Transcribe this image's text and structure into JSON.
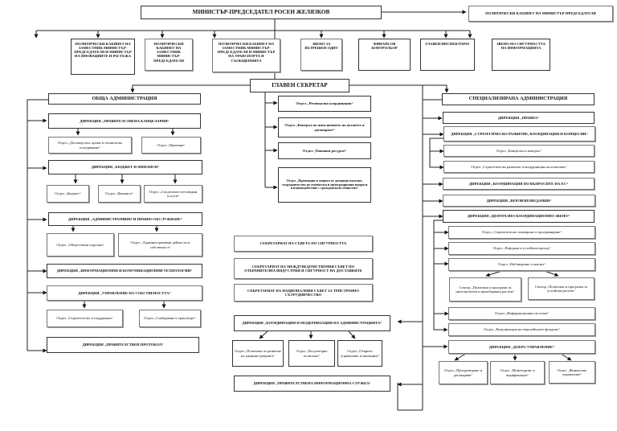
{
  "title": "Организационна структура на Министерския съвет",
  "top": {
    "pm": "МИНИСТЪР-ПРЕДСЕДАТЕЛ РОСЕН ЖЕЛЯЗКОВ",
    "pm_cabinet": "ПОЛИТИЧЕСКИ КАБИНЕТ НА МИНИСТЪР-ПРЕДСЕДАТЕЛЯ"
  },
  "second_row": [
    "ПОЛИТИЧЕСКИ КАБИНЕТ НА ЗАМЕСТНИК МИНИСТЪР-ПРЕДСЕДАТЕЛЯ И МИНИСТЪР НА ИНОВАЦИИТЕ И РАСТЕЖА",
    "ПОЛИТИЧЕСКИ КАБИНЕТ НА ЗАМЕСТНИК МИНИСТЪР-ПРЕДСЕДАТЕЛЯ",
    "ПОЛИТИЧЕСКИ КАБИНЕТ НА ЗАМЕСТНИК МИНИСТЪР-ПРЕДСЕДАТЕЛЯ И МИНИСТЪР НА ТРАНСПОРТА И СЪОБЩЕНИЯТА",
    "ЗВЕНО ЗА ВЪТРЕШЕН ОДИТ",
    "ФИНАНСОВ КОНТРОЛЬОР",
    "ГЛАВЕН ИНСПЕКТОРАТ",
    "ЗВЕНО ПО СИГУРНОСТТА НА ИНФОРМАЦИЯТА"
  ],
  "chief_secretary": "ГЛАВЕН СЕКРЕТАР",
  "general_admin": {
    "title": "ОБЩА АДМИНИСТРАЦИЯ",
    "dir_cancellery": "ДИРЕКЦИЯ „ПРАВИТЕЛСТВЕНА КАНЦЕЛАРИЯ“",
    "dept_records": "Отдел „Деловодство, архив и техническо осигуряване“",
    "dept_reception": "Отдел „Приемна“",
    "dir_budget": "ДИРЕКЦИЯ „БЮДЖЕТ И ФИНАНСИ“",
    "dept_budget": "Отдел „Бюджет“",
    "dept_finance": "Отдел „Финанси“",
    "dept_shared": "Отдел „Споделени счетоводни услуги“",
    "dir_admin_legal": "ДИРЕКЦИЯ „АДМИНИСТРАТИВНО И ПРАВНО ОБСЛУЖВАНЕ“",
    "dept_procurement": "Отдел „Обществени поръчки“",
    "dept_admin_property": "Отдел „Административни дейности и собственост“",
    "dir_ict": "ДИРЕКЦИЯ „ИНФОРМАЦИОННИ И КОМУНИКАЦИОННИ ТЕХНОЛОГИИ“",
    "dir_property": "ДИРЕКЦИЯ „УПРАВЛЕНИЕ НА СОБСТВЕНОСТТА“",
    "dept_construction": "Отдел „Строителство и поддръжка“",
    "dept_supply": "Отдел „Снабдяване и транспорт“",
    "dir_protocol": "ДИРЕКЦИЯ „ПРАВИТЕЛСТВЕН ПРОТОКОЛ“"
  },
  "secretary_units": {
    "regional": "Отдел „Регионална координация“",
    "control": "Отдел „Контрол по изпълнението на актовете и договорите“",
    "hr": "Отдел „Човешки ресурси“",
    "prevention": "Отдел „Превенция и защита от домашно насилие, сътрудничество по етнически и интеграционни въпроси и взаимодействие с гражданското общество“"
  },
  "secretariats": [
    "СЕКРЕТАРИАТ НА СЪВЕТА ПО СИГУРНОСТТА",
    "СЕКРЕТАРИАТ НА МЕЖДУВЕДОМСТВЕНИЯ СЪВЕТ ПО ОТБРАНИТЕЛНА ИНДУСТРИЯ И СИГУРНОСТ НА ДОСТАВКИТЕ",
    "СЕКРЕТАРИАТ НА НАЦИОНАЛНИЯ СЪВЕТ ЗА ТРИСТРАННО СЪТРУДНИЧЕСТВО"
  ],
  "modernization": {
    "dir": "ДИРЕКЦИЯ „КООРДИНАЦИЯ И МОДЕРНИЗАЦИЯ НА АДМИНИСТРАЦИЯТА“",
    "dept_policies": "Отдел „Политики за развитие на администрацията“",
    "dept_regulatory": "Отдел „Регулаторна политика“",
    "dept_open": "Отдел „Открито управление и иновации“",
    "dir_info_service": "ДИРЕКЦИЯ „ПРАВИТЕЛСТВЕНА ИНФОРМАЦИОННА СЛУЖБА“"
  },
  "specialized_admin": {
    "title": "СПЕЦИАЛИЗИРАНА АДМИНИСТРАЦИЯ",
    "dir_legal": "ДИРЕКЦИЯ „ПРАВНА“",
    "dir_strategic": "ДИРЕКЦИЯ „СТРАТЕГИЧЕСКО РАЗВИТИЕ, КООРДИНАЦИЯ И КОНЦЕСИИ“",
    "dept_concessions": "Отдел „Концесии и контрол“",
    "dept_strategic": "Отдел „Стратегическо развитие и координация на политики“",
    "dir_eu": "ДИРЕКЦИЯ „КООРДИНАЦИЯ ПО ВЪПРОСИТЕ НА ЕС“",
    "dir_religion": "ДИРЕКЦИЯ „ВЕРОИЗПОВЕДАНИЯ“",
    "dir_central": "ДИРЕКЦИЯ „ЦЕНТРАЛНО КООРДИНАЦИОННО ЗВЕНО“",
    "dept_planning": "Отдел „Стратегическо планиране и програмиране“",
    "dept_reforms": "Отдел „Реформи и устойчив преход“",
    "dept_monitoring": "Отдел „Наблюдение и анализ“",
    "sector_smart": "Сектор „Политики и програми за интелигентен и приобщаващ растеж“",
    "sector_sustainable": "Сектор „Политики и програми за устойчив растеж“",
    "dept_is": "Отдел „Информационни системи“",
    "dept_comm": "Отдел „Комуникация на европейските фондове“",
    "dir_good_gov": "ДИРЕКЦИЯ „ДОБРО УПРАВЛЕНИЕ“",
    "dept_programming": "Отдел „Програмиране и договаряне“",
    "dept_verification": "Отдел „Мониторинг и верификация“",
    "dept_fin_mgmt": "Отдел „Финансово управление“"
  }
}
